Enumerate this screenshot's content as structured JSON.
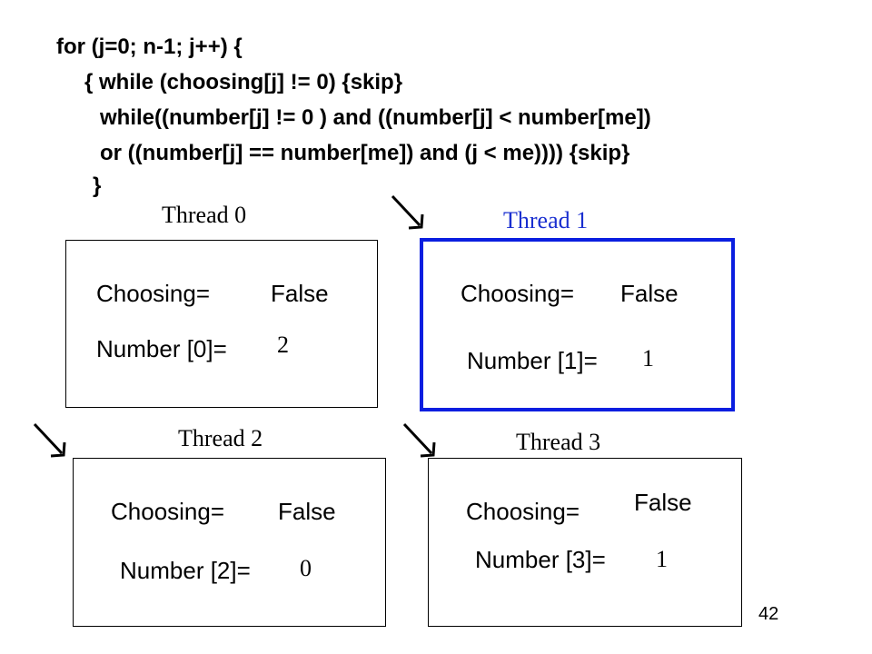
{
  "code": {
    "lines": [
      "for (j=0; n-1; j++) {",
      "{ while (choosing[j] != 0) {skip}",
      "while((number[j] != 0 ) and ((number[j] < number[me])",
      "or ((number[j] == number[me]) and (j < me)))) {skip}",
      "}"
    ]
  },
  "threads": [
    {
      "title": "Thread 0",
      "choosing_label": "Choosing=",
      "choosing_value": "False",
      "number_label": "Number [0]=",
      "number_value": "2",
      "active": false,
      "arrow": false
    },
    {
      "title": "Thread 1",
      "choosing_label": "Choosing=",
      "choosing_value": "False",
      "number_label": "Number [1]=",
      "number_value": "1",
      "active": true,
      "arrow": true
    },
    {
      "title": "Thread 2",
      "choosing_label": "Choosing=",
      "choosing_value": "False",
      "number_label": "Number [2]=",
      "number_value": "0",
      "active": false,
      "arrow": true
    },
    {
      "title": "Thread 3",
      "choosing_label": "Choosing=",
      "choosing_value": "False",
      "number_label": "Number [3]=",
      "number_value": "1",
      "active": false,
      "arrow": true
    }
  ],
  "colors": {
    "active_border": "#0a1ee0",
    "active_title": "#1a2fd0",
    "text": "#000000"
  },
  "page_number": "42"
}
